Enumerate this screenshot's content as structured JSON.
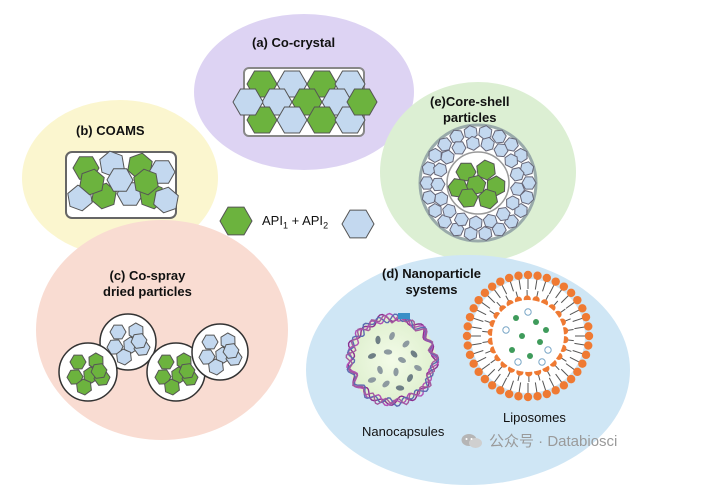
{
  "labels": {
    "co_crystal": "(a) Co-crystal",
    "coams": "(b) COAMS",
    "core_shell_line1": "(e)Core-shell",
    "core_shell_line2": "particles",
    "co_spray_line1": "(c) Co-spray",
    "co_spray_line2": "dried particles",
    "nano_line1": "(d) Nanoparticle",
    "nano_line2": "systems",
    "nanocapsules": "Nanocapsules",
    "liposomes": "Liposomes"
  },
  "legend": {
    "api": "API",
    "sub1": "1",
    "plus": " + ",
    "sub2": "2"
  },
  "watermark": {
    "text": "公众号 · Databiosci"
  },
  "colors": {
    "api1_green": "#6cb33e",
    "api2_blue": "#c3d8ef",
    "co_crystal_bg": "#ddd3f3",
    "coams_bg": "#fbf6cf",
    "core_shell_bg": "#dcefd3",
    "co_spray_bg": "#f9dcd2",
    "nano_bg": "#cfe6f5",
    "liposome_orange": "#ef7a33"
  }
}
